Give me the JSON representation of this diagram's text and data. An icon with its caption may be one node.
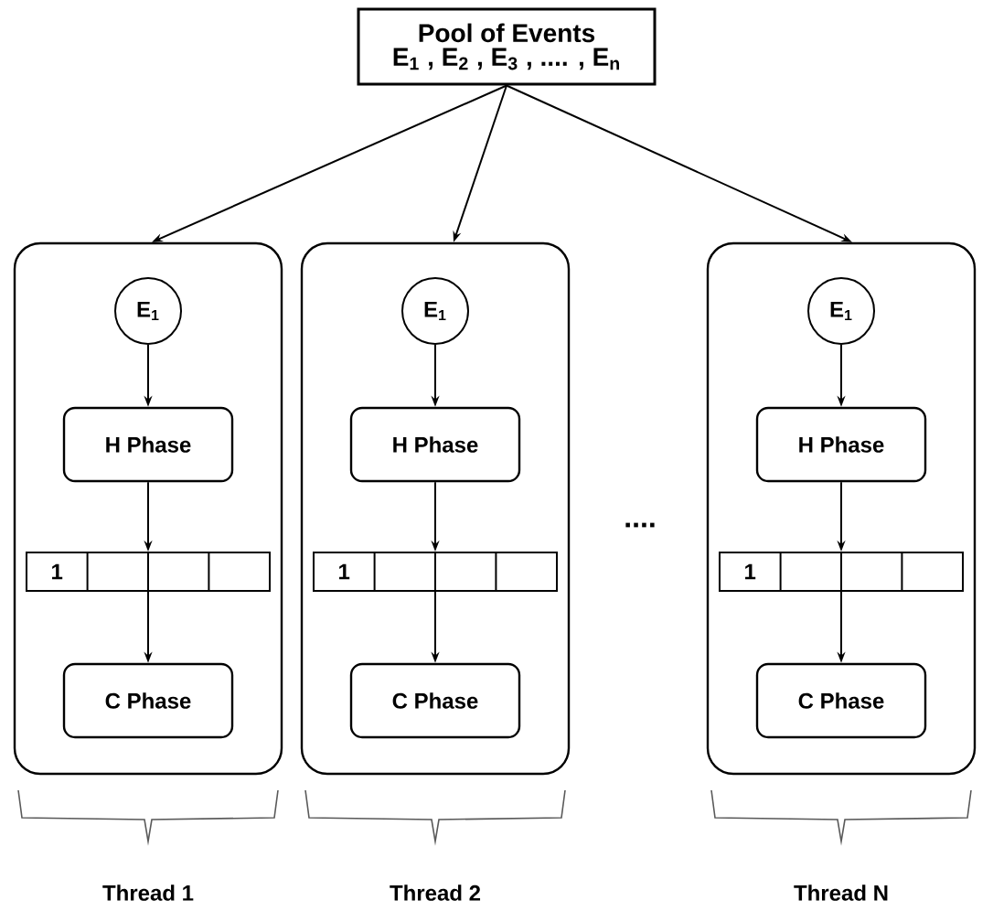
{
  "diagram": {
    "nodes": [
      {
        "text": [
          "Pool of Events",
          "E$_{1}$ , E$_{2}$ , E$_{3}$ , .... , E$_{n}$"
        ]
      },
      {
        "text": [],
        "shape": "box"
      },
      {
        "text": [
          "E$_{1}$"
        ],
        "in": 1
      },
      {
        "text": [
          "H Phase"
        ],
        "in": 1
      },
      {
        "text": [
          "1"
        ],
        "in": 1
      },
      {
        "text": [
          "C Phase"
        ],
        "in": 1
      },
      {
        "text": [],
        "shape": "box"
      },
      {
        "text": [
          "E$_{1}$"
        ],
        "in": 6
      },
      {
        "text": [
          "H Phase"
        ],
        "in": 6
      },
      {
        "text": [
          "1"
        ],
        "in": 6
      },
      {
        "text": [
          "C Phase"
        ],
        "in": 6
      },
      {
        "text": [],
        "shape": "box"
      },
      {
        "text": [
          "E$_{1}$"
        ],
        "in": 11
      },
      {
        "text": [
          "H Phase"
        ],
        "in": 11
      },
      {
        "text": [
          "1"
        ],
        "in": 11
      },
      {
        "text": [
          "C Phase"
        ],
        "in": 11
      }
    ],
    "edges": [
      {
        "from": 0,
        "to": 1,
        "arrow": "to"
      },
      {
        "from": 0,
        "to": 6,
        "arrow": "to"
      },
      {
        "from": 0,
        "to": 11,
        "arrow": "to"
      },
      {
        "from": 2,
        "to": 3,
        "arrow": "to"
      },
      {
        "from": 3,
        "to": 4,
        "arrow": "to"
      },
      {
        "from": 4,
        "to": 5,
        "arrow": "to"
      },
      {
        "from": 7,
        "to": 8,
        "arrow": "to"
      },
      {
        "from": 8,
        "to": 9,
        "arrow": "to"
      },
      {
        "from": 9,
        "to": 10,
        "arrow": "to"
      },
      {
        "from": 12,
        "to": 13,
        "arrow": "to"
      },
      {
        "from": 13,
        "to": 14,
        "arrow": "to"
      },
      {
        "from": 14,
        "to": 15,
        "arrow": "to"
      }
    ],
    "labels": [
      "....",
      "Thread 1",
      "Thread 2",
      "Thread N"
    ]
  }
}
